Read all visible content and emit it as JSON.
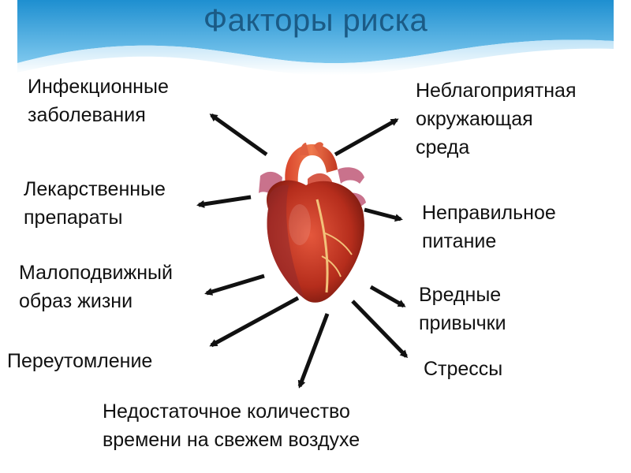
{
  "title": "Факторы риска",
  "colors": {
    "title": "#1b5b86",
    "banner_top": "#1e8fd0",
    "banner_bottom": "#bfe3f7",
    "arrow": "#111111",
    "heart": "#c0392b"
  },
  "heart_icon": "human-heart",
  "factors": [
    {
      "id": "infectious",
      "label": "Инфекционные\nзаболевания"
    },
    {
      "id": "medication",
      "label": "Лекарственные\nпрепараты"
    },
    {
      "id": "sedentary",
      "label": "Малоподвижный\nобраз жизни"
    },
    {
      "id": "overwork",
      "label": "Переутомление"
    },
    {
      "id": "fresh-air",
      "label": "Недостаточное количество\nвремени на свежем воздухе"
    },
    {
      "id": "environment",
      "label": "Неблагоприятная\nокружающая\nсреда"
    },
    {
      "id": "nutrition",
      "label": "Неправильное\nпитание"
    },
    {
      "id": "habits",
      "label": "Вредные\nпривычки"
    },
    {
      "id": "stress",
      "label": "Стрессы"
    }
  ]
}
